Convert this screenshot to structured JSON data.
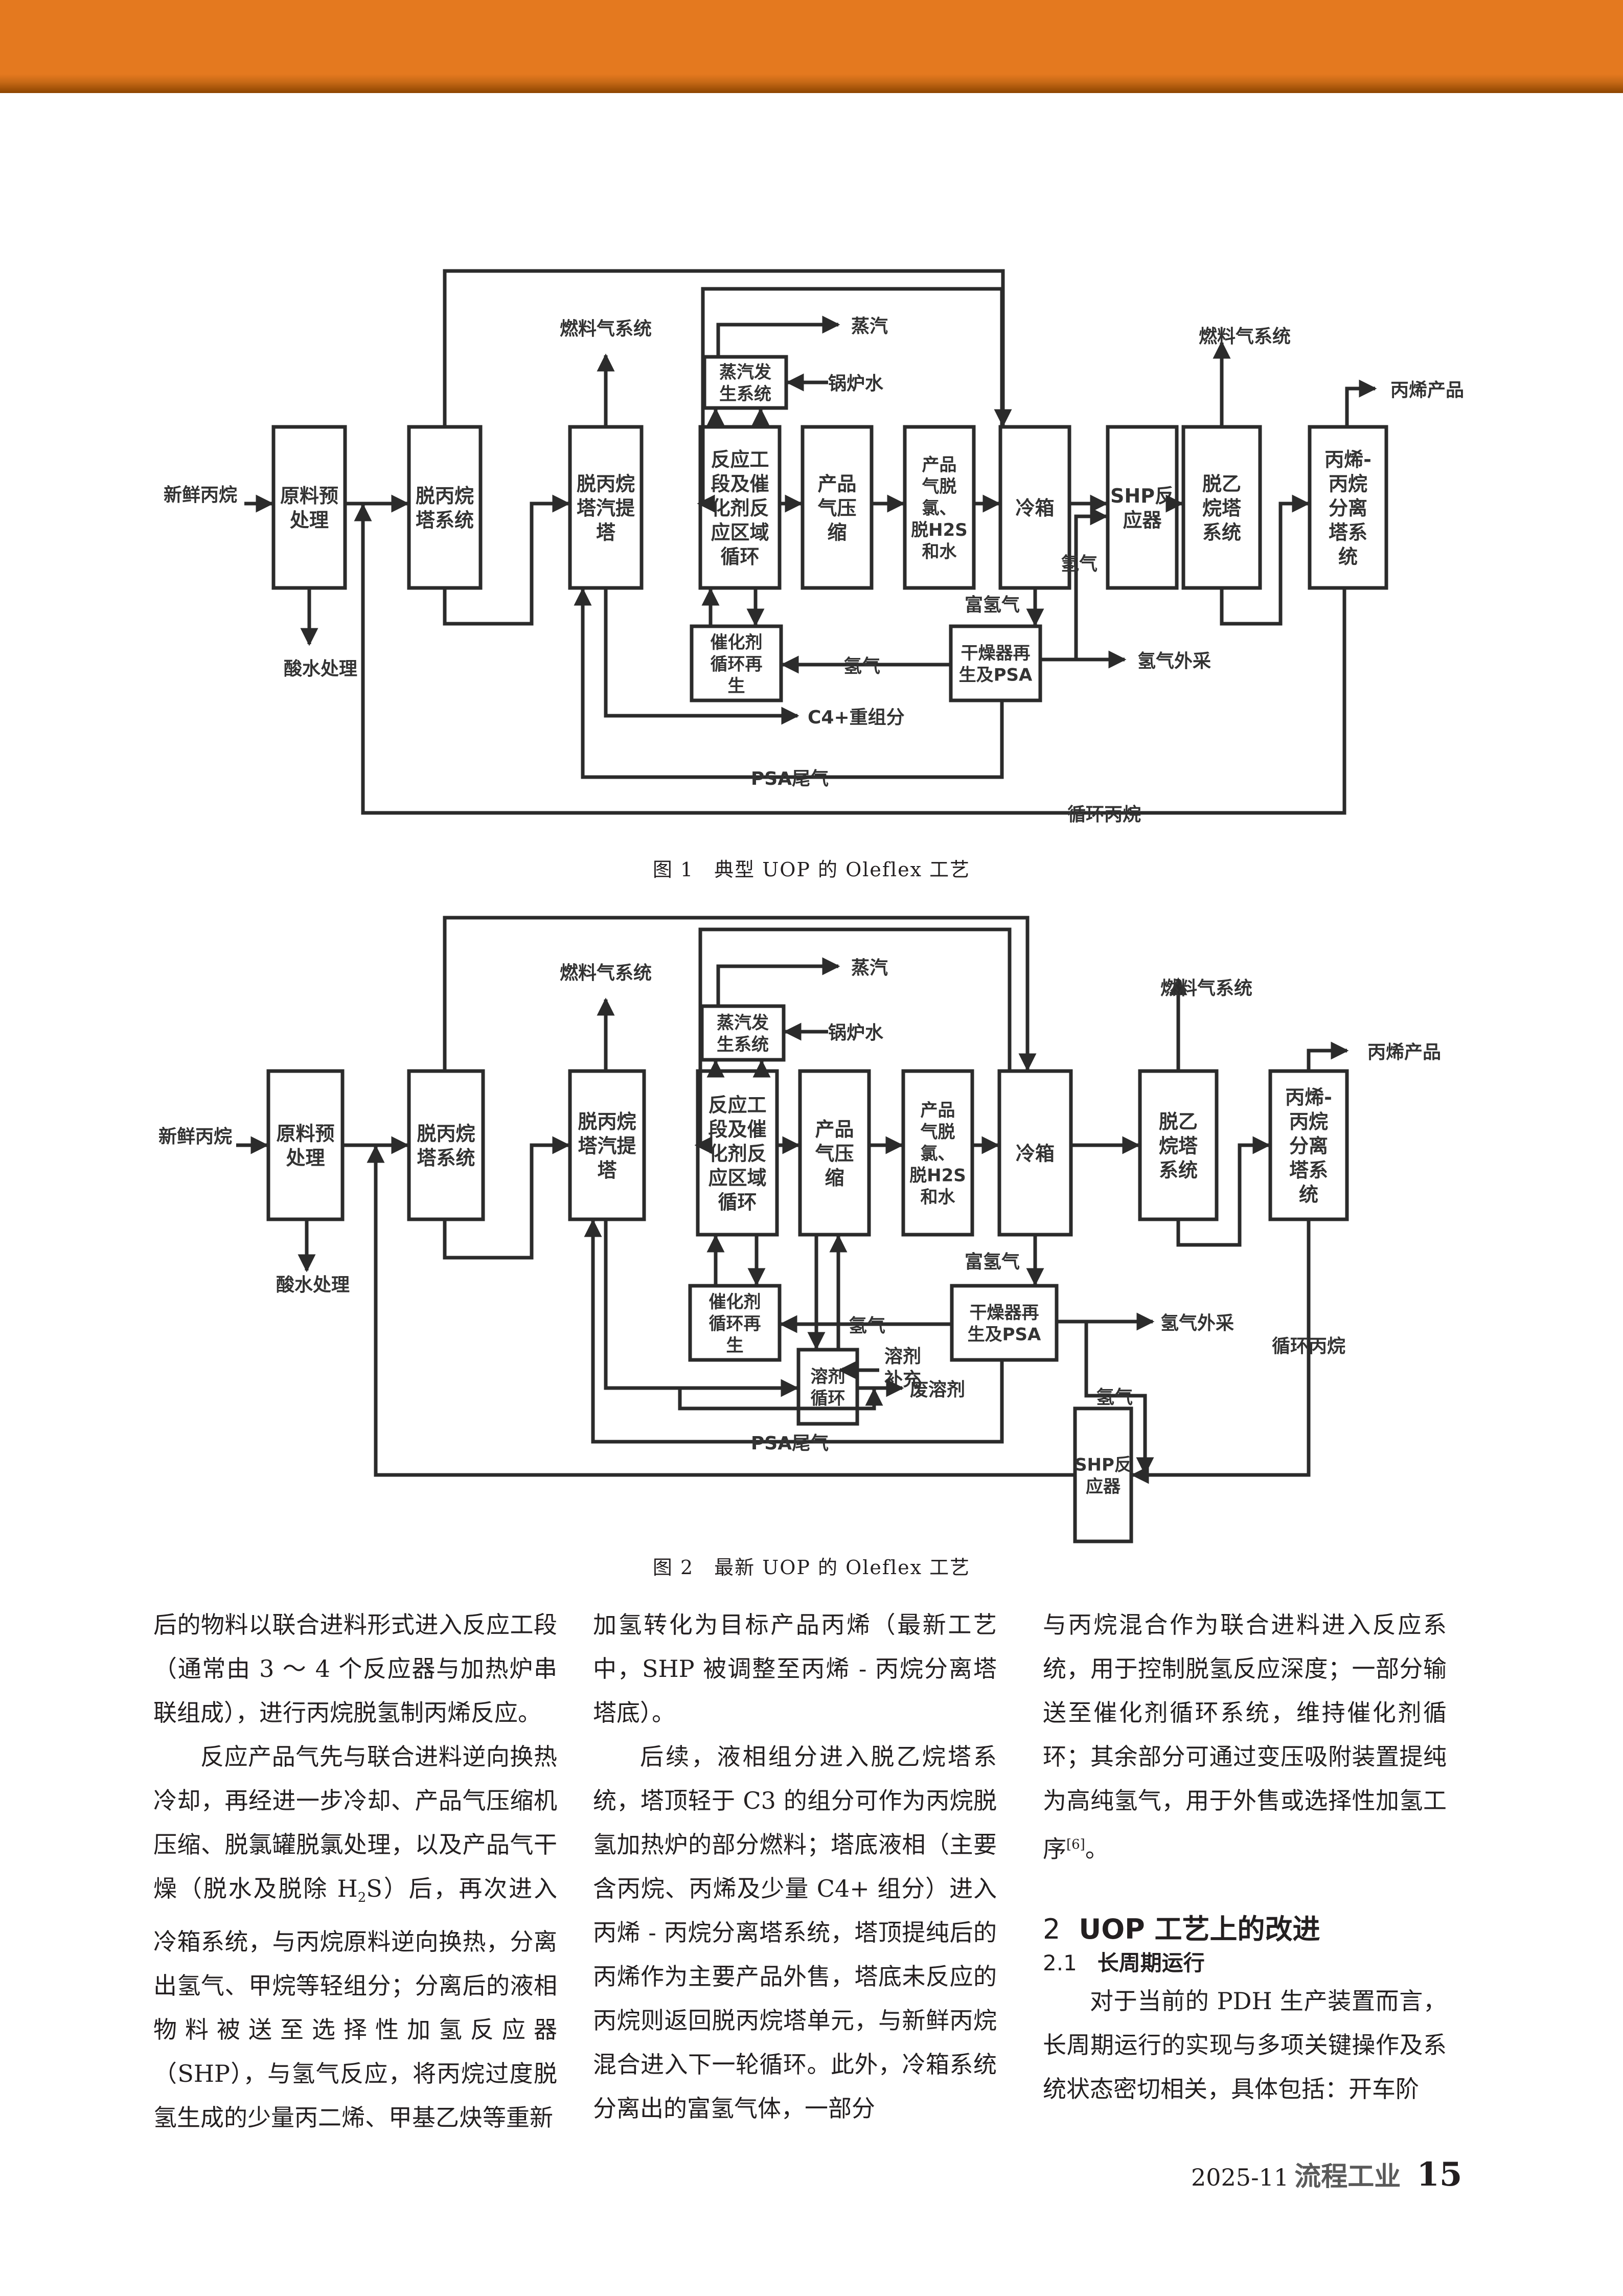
{
  "header": {
    "bar_color": "#e4791f"
  },
  "figure1": {
    "caption": "图 1　典型 UOP 的 Oleflex 工艺",
    "nodes": {
      "feed_pretreat": [
        "原料预",
        "处理"
      ],
      "depropanizer": [
        "脱丙烷",
        "塔系统"
      ],
      "stripper": [
        "脱丙烷",
        "塔汽提",
        "塔"
      ],
      "reactor": [
        "反应工",
        "段及催",
        "化剂反",
        "应区域",
        "循环"
      ],
      "steam_gen": [
        "蒸汽发",
        "生系统"
      ],
      "compressor": [
        "产品",
        "气压",
        "缩"
      ],
      "treating": [
        "产品",
        "气脱",
        "氯、",
        "脱H2S",
        "和水"
      ],
      "coldbox": [
        "冷箱"
      ],
      "shp": [
        "SHP反",
        "应器"
      ],
      "deethanizer": [
        "脱乙",
        "烷塔",
        "系统"
      ],
      "splitter": [
        "丙烯-",
        "丙烷",
        "分离",
        "塔系",
        "统"
      ],
      "catalyst_regen": [
        "催化剂",
        "循环再",
        "生"
      ],
      "dryer_psa": [
        "干燥器再",
        "生及PSA"
      ]
    },
    "labels": {
      "fresh_propane": "新鲜丙烷",
      "sour_water": "酸水处理",
      "fuel_gas_1": "燃料气系统",
      "steam": "蒸汽",
      "boiler_water": "锅炉水",
      "h2_rich": "富氢气",
      "h2_a": "氢气",
      "h2_b": "氢气",
      "h2_export": "氢气外采",
      "fuel_gas_2": "燃料气系统",
      "propylene_product": "丙烯产品",
      "c4_heavy": "C4+重组分",
      "psa_tail": "PSA尾气",
      "recycle_propane": "循环丙烷"
    }
  },
  "figure2": {
    "caption": "图 2　最新 UOP 的 Oleflex 工艺",
    "nodes": {
      "feed_pretreat": [
        "原料预",
        "处理"
      ],
      "depropanizer": [
        "脱丙烷",
        "塔系统"
      ],
      "stripper": [
        "脱丙烷",
        "塔汽提",
        "塔"
      ],
      "reactor": [
        "反应工",
        "段及催",
        "化剂反",
        "应区域",
        "循环"
      ],
      "steam_gen": [
        "蒸汽发",
        "生系统"
      ],
      "compressor": [
        "产品",
        "气压",
        "缩"
      ],
      "treating": [
        "产品",
        "气脱",
        "氯、",
        "脱H2S",
        "和水"
      ],
      "coldbox": [
        "冷箱"
      ],
      "deethanizer": [
        "脱乙",
        "烷塔",
        "系统"
      ],
      "splitter": [
        "丙烯-",
        "丙烷",
        "分离",
        "塔系",
        "统"
      ],
      "catalyst_regen": [
        "催化剂",
        "循环再",
        "生"
      ],
      "dryer_psa": [
        "干燥器再",
        "生及PSA"
      ],
      "solvent": [
        "溶剂",
        "循环"
      ],
      "shp": [
        "SHP反",
        "应器"
      ]
    },
    "labels": {
      "fresh_propane": "新鲜丙烷",
      "sour_water": "酸水处理",
      "fuel_gas_1": "燃料气系统",
      "steam": "蒸汽",
      "boiler_water": "锅炉水",
      "h2_rich": "富氢气",
      "h2_a": "氢气",
      "h2_b": "氢气",
      "h2_export": "氢气外采",
      "fuel_gas_2": "燃料气系统",
      "propylene_product": "丙烯产品",
      "solvent_makeup": [
        "溶剂",
        "补充"
      ],
      "spent_solvent": "废溶剂",
      "psa_tail": "PSA尾气",
      "recycle_propane": "循环丙烷"
    }
  },
  "body": {
    "col1": [
      "后的物料以联合进料形式进入反应工段（通常由 3 ～ 4 个反应器与加热炉串联组成），进行丙烷脱氢制丙烯反应。",
      "反应产品气先与联合进料逆向换热冷却，再经进一步冷却、产品气压缩机压缩、脱氯罐脱氯处理，以及产品气干燥（脱水及脱除 H",
      "S）后，再次进入冷箱系统，与丙烷原料逆向换热，分离出氢气、甲烷等轻组分；分离后的液相物料被送至选择性加氢反应器（SHP），与氢气反应，将丙烷过度脱氢生成的少量丙二烯、甲基乙炔等重新"
    ],
    "col1_sub": "2",
    "col2": [
      "加氢转化为目标产品丙烯（最新工艺中，SHP 被调整至丙烯 - 丙烷分离塔塔底）。",
      "后续，液相组分进入脱乙烷塔系统，塔顶轻于 C3 的组分可作为丙烷脱氢加热炉的部分燃料；塔底液相（主要含丙烷、丙烯及少量 C4+ 组分）进入丙烯 - 丙烷分离塔系统，塔顶提纯后的丙烯作为主要产品外售，塔底未反应的丙烷则返回脱丙烷塔单元，与新鲜丙烷混合进入下一轮循环。此外，冷箱系统分离出的富氢气体，一部分"
    ],
    "col3": [
      "与丙烷混合作为联合进料进入反应系统，用于控制脱氢反应深度；一部分输送至催化剂循环系统，维持催化剂循环；其余部分可通过变压吸附装置提纯为高纯氢气，用于外售或选择性加氢工序",
      "。"
    ],
    "col3_ref": "[6]",
    "section": {
      "num": "2",
      "title": "UOP 工艺上的改进"
    },
    "subsection": {
      "num": "2.1",
      "title": "长周期运行"
    },
    "col3_after": "对于当前的 PDH 生产装置而言，长周期运行的实现与多项关键操作及系统状态密切相关，具体包括：开车阶"
  },
  "footer": {
    "issue": "2025-11",
    "magazine": "流程工业",
    "page": "15"
  }
}
